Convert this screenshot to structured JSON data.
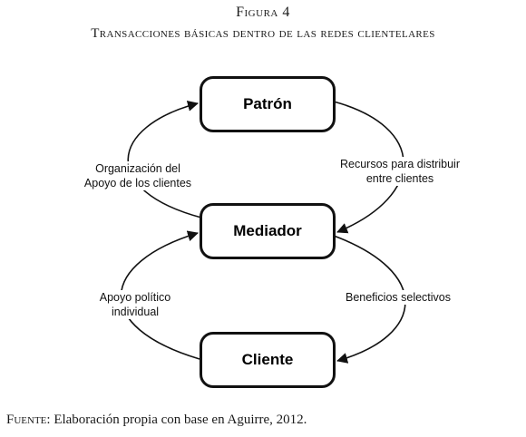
{
  "figure": {
    "label": "Figura 4",
    "title": "Transacciones básicas dentro de las redes clientelares"
  },
  "nodes": {
    "patron": "Patrón",
    "mediador": "Mediador",
    "cliente": "Cliente"
  },
  "edges": {
    "organizacion_line1": "Organización del",
    "organizacion_line2": "Apoyo de los clientes",
    "recursos_line1": "Recursos para distribuir",
    "recursos_line2": "entre clientes",
    "apoyo_line1": "Apoyo político",
    "apoyo_line2": "individual",
    "beneficios": "Beneficios selectivos"
  },
  "source": {
    "prefix": "Fuente:",
    "text": " Elaboración propia con base en Aguirre, 2012."
  }
}
